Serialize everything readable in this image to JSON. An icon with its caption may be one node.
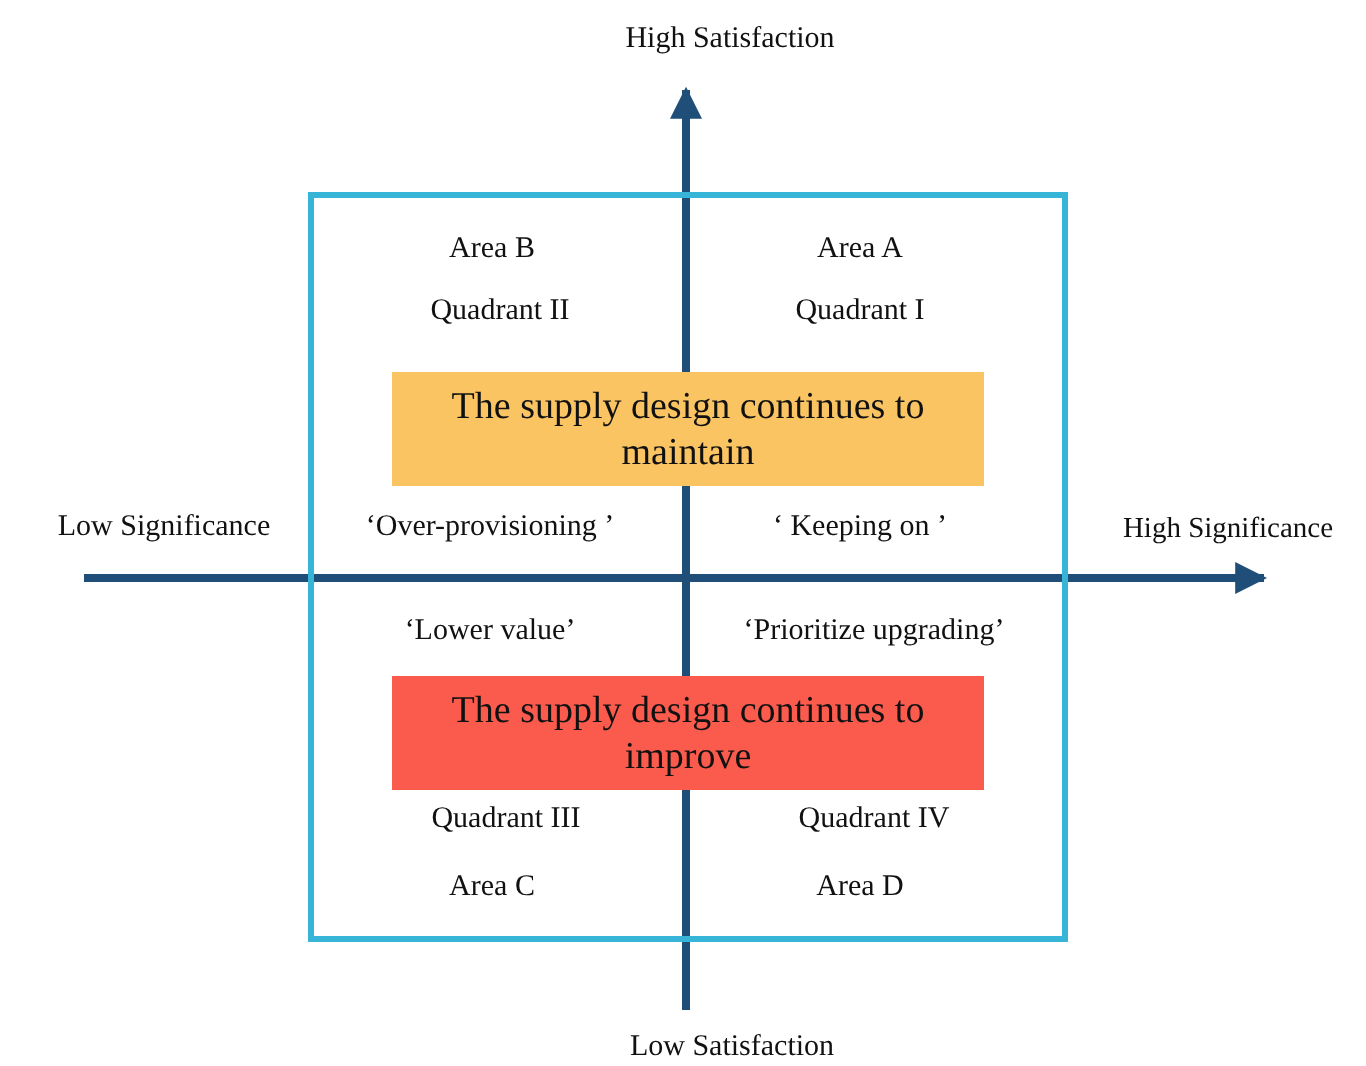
{
  "diagram": {
    "nodes": [
      {
        "text": [],
        "shape": "box"
      },
      {
        "text": [
          "The supply design continues to maintain"
        ],
        "in": 0
      },
      {
        "text": [
          "The supply design continues to improve"
        ],
        "in": 0
      }
    ],
    "labels": [
      "High Satisfaction",
      "Area B",
      "Area A",
      "Quadrant II",
      "Quadrant I",
      "Low Significance",
      "‘Over-provisioning ’",
      "‘ Keeping on ’",
      "High Significance",
      "‘Lower value’",
      "‘Prioritize upgrading’",
      "Quadrant III",
      "Quadrant IV",
      "Area C",
      "Area D",
      "Low Satisfaction"
    ]
  }
}
